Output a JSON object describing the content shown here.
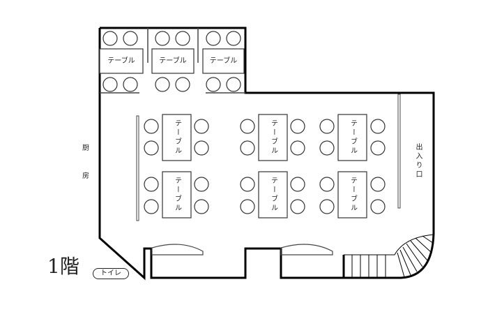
{
  "floor_label": "1階",
  "toilet_label": "トイレ",
  "kitchen_label": [
    "厨",
    "房"
  ],
  "entrance_label": "出入り口",
  "table_label": "テーブル",
  "colors": {
    "line": "#000000",
    "fixture": "#444444",
    "background": "#ffffff"
  },
  "private_rooms": 3,
  "main_tables": 6
}
